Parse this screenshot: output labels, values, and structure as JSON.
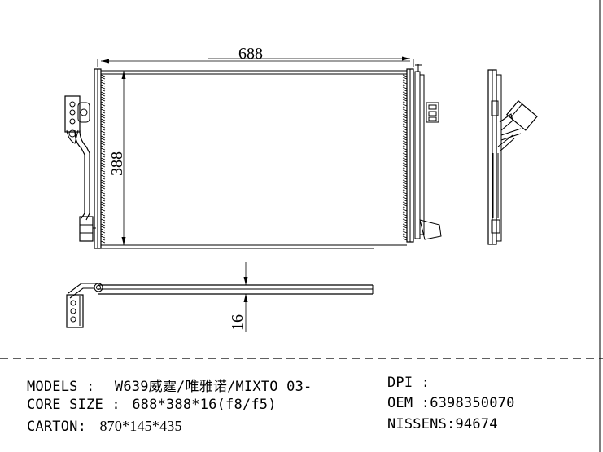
{
  "colors": {
    "line": "#000000",
    "background": "#ffffff",
    "frame": "#555555"
  },
  "dimensions": {
    "width": "688",
    "height": "388",
    "thickness": "16"
  },
  "specs": {
    "models_label": "MODELS :",
    "models_value": "W639威霆/唯雅诺/MIXTO 03-",
    "core_label": "CORE SIZE :",
    "core_value": "688*388*16(f8/f5)",
    "carton_label": "CARTON:",
    "carton_value": "870*145*435",
    "dpi_label": "DPI :",
    "dpi_value": "",
    "oem_label": "OEM :",
    "oem_value": "6398350070",
    "nissens_label": "NISSENS:",
    "nissens_value": "94674"
  }
}
